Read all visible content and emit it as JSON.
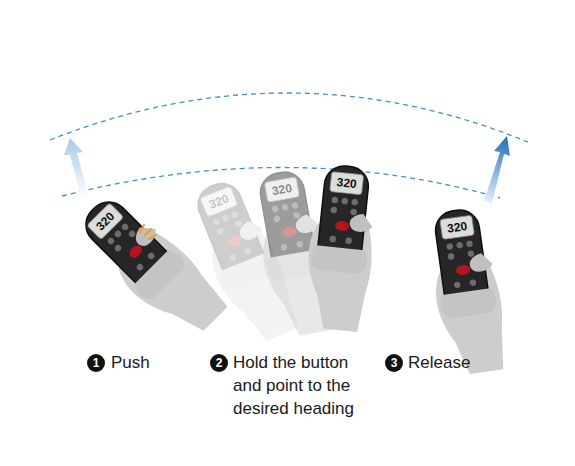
{
  "diagram": {
    "labels": [
      "320",
      "320",
      "320",
      "320",
      "320",
      "1",
      "Push",
      "2",
      "Hold the button and point to the desired heading",
      "3",
      "Release"
    ]
  }
}
